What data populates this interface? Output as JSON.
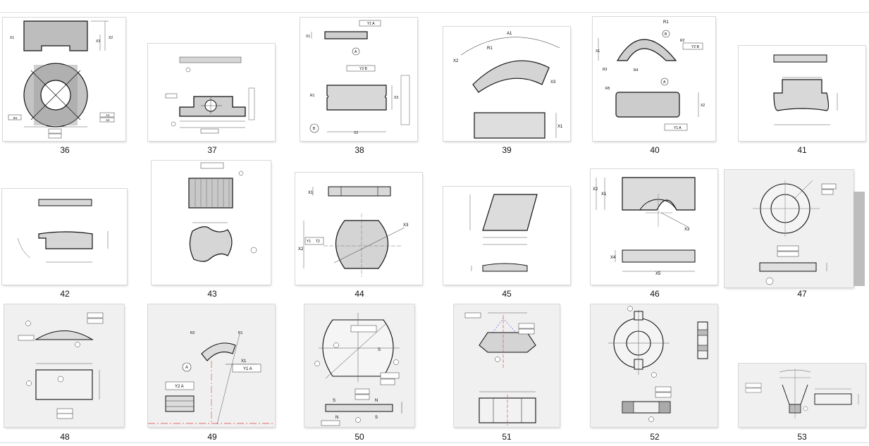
{
  "gallery": {
    "items": [
      {
        "caption": "36"
      },
      {
        "caption": "37"
      },
      {
        "caption": "38"
      },
      {
        "caption": "39"
      },
      {
        "caption": "40"
      },
      {
        "caption": "41"
      },
      {
        "caption": "42"
      },
      {
        "caption": "43"
      },
      {
        "caption": "44"
      },
      {
        "caption": "45"
      },
      {
        "caption": "46"
      },
      {
        "caption": "47"
      },
      {
        "caption": "48"
      },
      {
        "caption": "49"
      },
      {
        "caption": "50"
      },
      {
        "caption": "51"
      },
      {
        "caption": "52"
      },
      {
        "caption": "53"
      }
    ]
  },
  "drawing_labels": {
    "d36_x1": "X1",
    "d36_x2": "X2",
    "d36_x3": "X3",
    "d36_a1": "A1",
    "d36_a2": "A2",
    "d36_b1": "B1",
    "d38_y2b": "Y2 B",
    "d38_y1a": "Y1 A",
    "d38_a": "A",
    "d38_b": "B",
    "d38_r1": "R1",
    "d38_x2": "X2",
    "d38_x3": "X3",
    "d38_x1": "X1",
    "d39_a1": "A1",
    "d39_r1": "R1",
    "d39_x1": "X1",
    "d39_x2": "X2",
    "d39_x3": "X3",
    "d40_r1": "R1",
    "d40_r2": "R2",
    "d40_r3": "R3",
    "d40_r4": "R4",
    "d40_r5": "R5",
    "d40_b": "B",
    "d40_a": "A",
    "d40_x1": "X1",
    "d40_x2": "X2",
    "d40_y2b": "Y2 B",
    "d40_y1a": "Y1 A",
    "d44_x1": "X1",
    "d44_x2": "X2",
    "d44_x3": "X3",
    "d44_t1": "Y1",
    "d44_t2": "T2",
    "d46_x1": "X1",
    "d46_x2": "X2",
    "d46_x3": "X3",
    "d46_x4": "X4",
    "d46_x5": "X5",
    "d49_x1": "X1",
    "d49_y1a": "Y1 A",
    "d49_y2a": "Y2 A",
    "d49_a": "A",
    "d49_r1": "R1",
    "d49_r2": "R2",
    "d50_s": "S",
    "d50_n": "N"
  }
}
